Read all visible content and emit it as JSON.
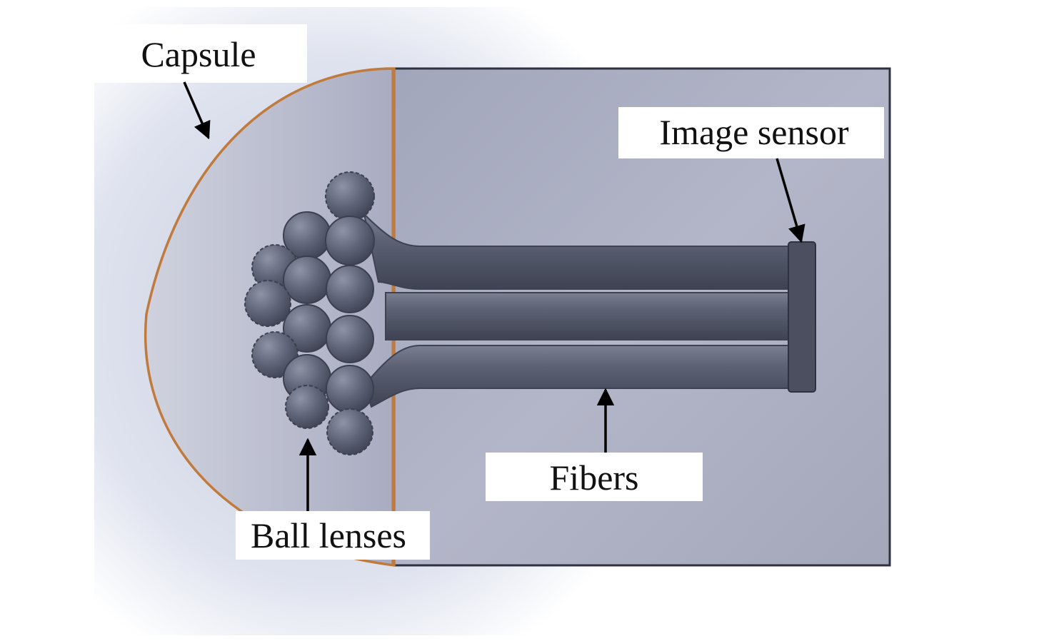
{
  "labels": {
    "capsule": "Capsule",
    "image_sensor": "Image sensor",
    "fibers": "Fibers",
    "ball_lenses": "Ball lenses"
  },
  "colors": {
    "background_haze": "#dfe3ef",
    "body_fill": "#a9acc1",
    "body_outline": "#2e3140",
    "capsule_outline": "#c07a3c",
    "fiber_fill": "#5c6174",
    "fiber_dark": "#3e4252",
    "lens_fill": "#5f6478",
    "lens_outline": "#3b3f4f",
    "sensor_fill": "#4b4f60",
    "label_box": "#ffffff",
    "arrow": "#000000"
  },
  "components": [
    {
      "name": "capsule",
      "icon": "capsule-dome-shape"
    },
    {
      "name": "ball-lenses",
      "icon": "ball-lens-cluster-shape"
    },
    {
      "name": "fibers",
      "icon": "fiber-bundle-shape"
    },
    {
      "name": "image-sensor",
      "icon": "sensor-plate-shape"
    }
  ]
}
